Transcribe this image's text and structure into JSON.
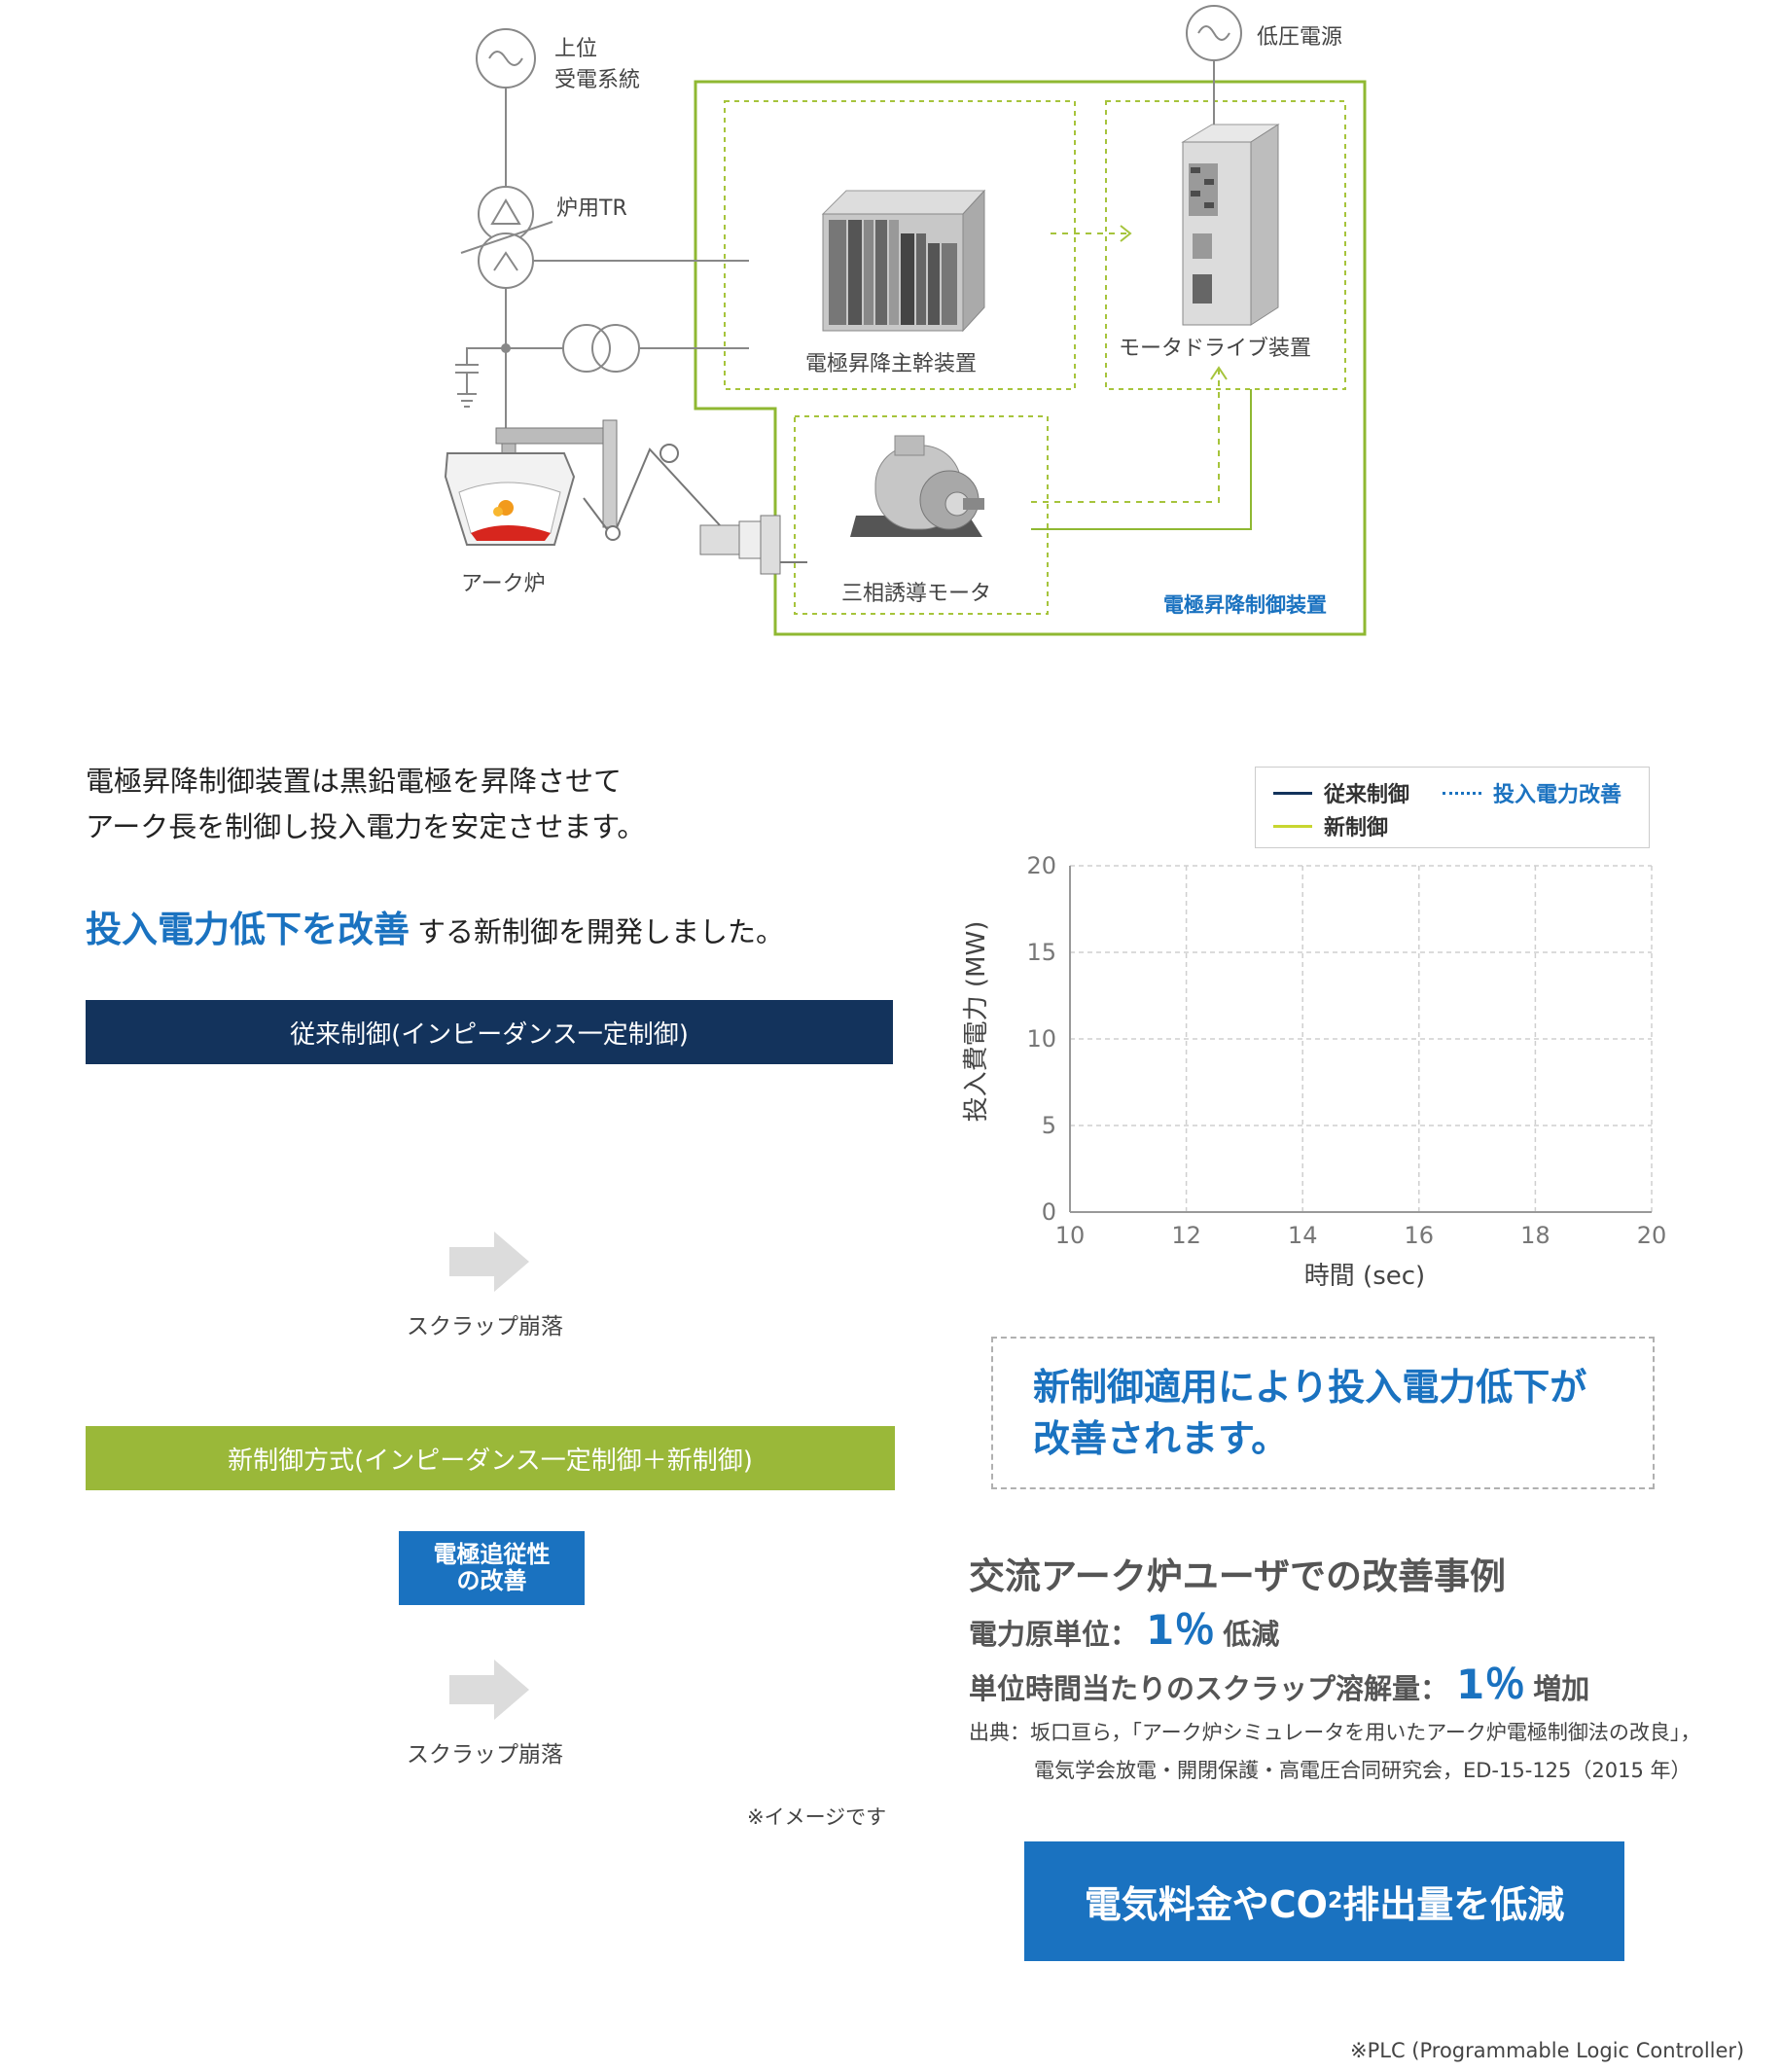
{
  "diagram": {
    "upper_grid_line1": "上位",
    "upper_grid_line2": "受電系統",
    "low_voltage": "低圧電源",
    "furnace_tr": "炉用TR",
    "main_controller": "電極昇降主幹装置",
    "motor_drive": "モータドライブ装置",
    "arc_furnace": "アーク炉",
    "induction_motor": "三相誘導モータ",
    "control_device": "電極昇降制御装置"
  },
  "intro": {
    "line1": "電極昇降制御装置は黒鉛電極を昇降させて",
    "line2": "アーク長を制御し投入電力を安定させます。",
    "highlight": "投入電力低下を改善",
    "rest": "する新制御を開発しました。"
  },
  "conventional": {
    "title": "従来制御(インピーダンス一定制御)",
    "caption": "スクラップ崩落"
  },
  "new_method": {
    "title": "新制御方式(インピーダンス一定制御＋新制御)",
    "tag_line1": "電極追従性",
    "tag_line2": "の改善",
    "caption": "スクラップ崩落",
    "note": "※イメージです"
  },
  "chart_data": {
    "type": "line",
    "xlabel": "時間 (sec)",
    "ylabel": "投入費電力 (MW)",
    "xlim": [
      10,
      20
    ],
    "ylim": [
      0,
      20
    ],
    "x_ticks": [
      "10",
      "12",
      "14",
      "16",
      "18",
      "20"
    ],
    "y_ticks": [
      "0",
      "5",
      "10",
      "15",
      "20"
    ],
    "grid": true,
    "legend_position": "top",
    "series": [
      {
        "name": "従来制御",
        "color": "#13335c",
        "style": "solid",
        "values": []
      },
      {
        "name": "投入電力改善",
        "color": "#1a72c0",
        "style": "dotted",
        "values": []
      },
      {
        "name": "新制御",
        "color": "#c8d630",
        "style": "solid",
        "values": []
      }
    ]
  },
  "callout": {
    "line1": "新制御適用により投入電力低下が",
    "line2": "改善されます。"
  },
  "cases": {
    "title": "交流アーク炉ユーザでの改善事例",
    "row1_label": "電力原単位：",
    "row1_value": "1％",
    "row1_suffix": "低減",
    "row2_label": "単位時間当たりのスクラップ溶解量：",
    "row2_value": "1％",
    "row2_suffix": "増加",
    "source_line1": "出典：坂口亘ら，「アーク炉シミュレータを用いたアーク炉電極制御法の改良」，",
    "source_line2": "電気学会放電・開閉保護・高電圧合同研究会，ED-15-125（2015 年）"
  },
  "cta": {
    "before": "電気料金やCO",
    "sub": "2",
    "after": "排出量を低減"
  },
  "footnote": "※PLC (Programmable Logic Controller)",
  "colors": {
    "navy": "#13335c",
    "blue": "#1a72c0",
    "green": "#9ab839",
    "frame_green": "#8fb832"
  }
}
